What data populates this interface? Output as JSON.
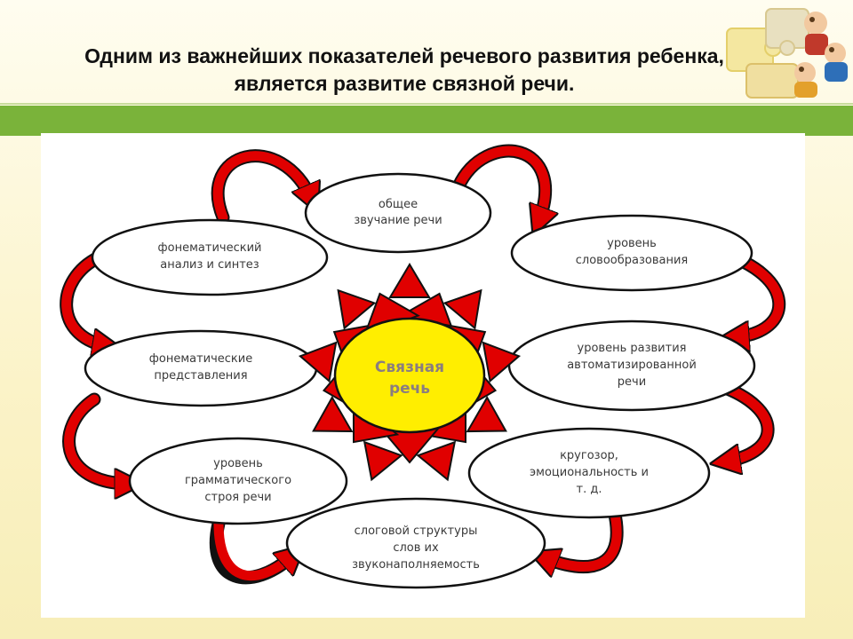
{
  "slide": {
    "title_lines": [
      "Одним из важнейших показателей речевого развития ребенка,",
      "является развитие связной речи."
    ]
  },
  "diagram": {
    "center": {
      "lines": [
        "Связная",
        "речь"
      ],
      "color": "#ffee00"
    },
    "nodes": [
      {
        "id": "obshchee",
        "lines": [
          "общее",
          "звучание речи"
        ]
      },
      {
        "id": "slovoobr",
        "lines": [
          "уровень",
          "словообразования"
        ]
      },
      {
        "id": "avtomat",
        "lines": [
          "уровень развития",
          "автоматизированной",
          "речи"
        ]
      },
      {
        "id": "krugozor",
        "lines": [
          "кругозор,",
          "эмоциональность и",
          "т. д."
        ]
      },
      {
        "id": "slogovoy",
        "lines": [
          "слоговой структуры",
          "слов   их",
          "звуконаполняемость"
        ]
      },
      {
        "id": "grammat",
        "lines": [
          "уровень",
          "грамматического",
          "строя речи"
        ]
      },
      {
        "id": "fonpred",
        "lines": [
          "фонематические",
          "представления"
        ]
      },
      {
        "id": "fonanaliz",
        "lines": [
          "фонематический",
          "анализ и синтез"
        ]
      }
    ],
    "colors": {
      "arrow": "#e00000",
      "outline": "#111111",
      "center": "#ffee00"
    }
  }
}
